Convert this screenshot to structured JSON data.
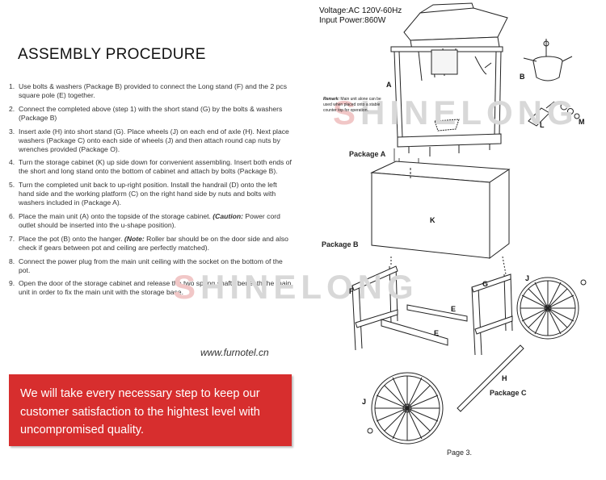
{
  "heading": "ASSEMBLY PROCEDURE",
  "steps": [
    {
      "num": "1.",
      "text": "Use bolts & washers (Package B) provided to connect the Long stand (F) and the 2 pcs square pole (E) together."
    },
    {
      "num": "2.",
      "text": "Connect the completed above (step 1) with the short stand (G) by the bolts & washers (Package B)"
    },
    {
      "num": "3.",
      "text": "Insert axle (H) into short stand (G). Place wheels (J) on each end of axle (H). Next place washers (Package C) onto each side of wheels (J) and then attach round cap nuts by wrenches provided (Package O)."
    },
    {
      "num": "4.",
      "text": "Turn the storage cabinet (K) up side down for convenient assembling. Insert both ends of the short and long stand onto the bottom of cabinet and attach by bolts (Package B)."
    },
    {
      "num": "5.",
      "text": "Turn the completed unit back to up-right position. Install the handrail (D) onto the left hand side and the working platform (C) on the right hand side by nuts and bolts with washers included in (Package A)."
    },
    {
      "num": "6.",
      "text": "Place the main unit (A) onto the topside of the storage cabinet. ",
      "note_label": "(Caution:",
      "note_text": " Power cord outlet should be inserted into the u-shape position)."
    },
    {
      "num": "7.",
      "text": "Place the pot (B) onto the hanger. ",
      "note_label": "(Note:",
      "note_text": " Roller bar should be on the door side and also check if gears between pot and ceiling are perfectly matched)."
    },
    {
      "num": "8.",
      "text": "Connect the power plug from the main unit ceiling with the socket on the bottom of the pot."
    },
    {
      "num": "9.",
      "text": "Open the door of the storage cabinet and release the two spring shafts beneath the main unit in order to fix the main unit with the storage base."
    }
  ],
  "website": "www.furnotel.cn",
  "promo": "We will take every necessary step to keep our customer satisfaction to the hightest level with uncompromised quality.",
  "specs": {
    "voltage": "Voltage:AC 120V-60Hz",
    "power": "Input Power:860W"
  },
  "remark": {
    "label": "Remark:",
    "text": " Main unit alone can be used when placed onto a stable counter top for operation."
  },
  "watermark": {
    "first": "S",
    "rest": "HINELONG"
  },
  "labels": {
    "a": "A",
    "b": "B",
    "l": "L",
    "m": "M",
    "k": "K",
    "f": "F",
    "g": "G",
    "e1": "E",
    "e2": "E",
    "j1": "J",
    "j2": "J",
    "h": "H"
  },
  "packages": {
    "a": "Package A",
    "b": "Package B",
    "c": "Package C"
  },
  "page": "Page 3."
}
